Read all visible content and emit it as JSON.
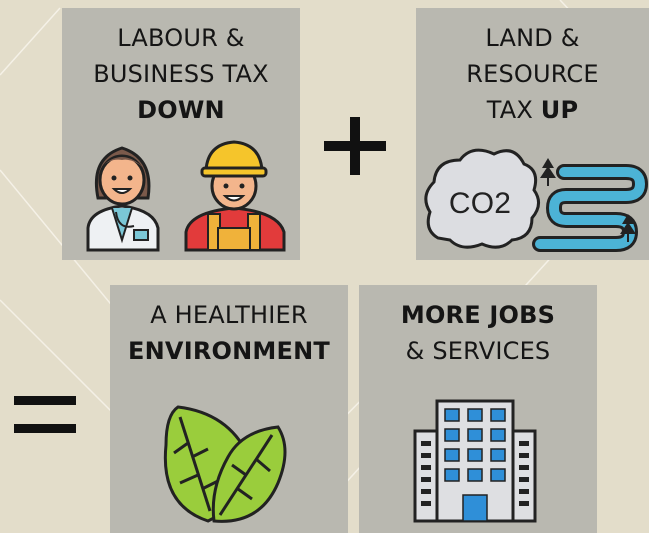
{
  "cards": {
    "labour": {
      "line1": "LABOUR &",
      "line2": "BUSINESS TAX",
      "line3_bold": "DOWN"
    },
    "land": {
      "line1": "LAND &",
      "line2": "RESOURCE",
      "line3_plain": "TAX ",
      "line3_bold": "UP"
    },
    "environment": {
      "line1": "A HEALTHIER",
      "line2_bold": "ENVIRONMENT"
    },
    "jobs": {
      "line1_bold": "MORE JOBS",
      "line2": "& SERVICES"
    }
  },
  "icons": {
    "labour": [
      "doctor-icon",
      "construction-worker-icon"
    ],
    "land": [
      "co2-cloud-icon",
      "river-icon"
    ],
    "environment": [
      "leaves-icon"
    ],
    "jobs": [
      "office-building-icon"
    ]
  },
  "co2_label": "CO2",
  "operators": {
    "plus": "plus-sign-icon",
    "equals": "equals-sign-icon"
  },
  "colors": {
    "background": "#e3ddca",
    "card": "#b9b8b0",
    "text": "#151515"
  }
}
